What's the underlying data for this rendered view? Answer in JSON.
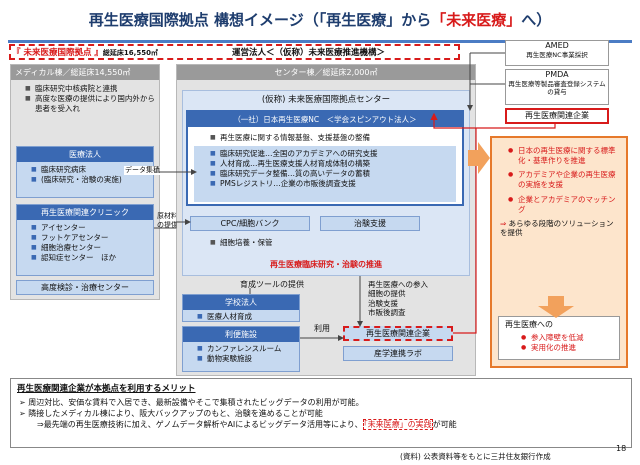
{
  "title": {
    "main": "再生医療国際拠点 構想イメージ（「再生医療」から",
    "highlight": "「未来医療」",
    "end": "へ）"
  },
  "header": {
    "project": "『 未来医療国際拠点 』",
    "area": "総延床16,550㎡",
    "operator": "運営法人＜（仮称）未来医療推進機構＞"
  },
  "amed": {
    "title": "AMED",
    "sub": "再生医療NC事業採択"
  },
  "pmda": {
    "title": "PMDA",
    "sub": "再生医療等製品審査登録システムの貸与"
  },
  "related_company_right": "再生医療関連企業",
  "medical": {
    "head": "メディカル棟／総延床14,550㎡",
    "items": [
      "臨床研究中核病院と連携",
      "高度な医療の提供により国内外から患者を受入れ"
    ],
    "corp_head": "医療法人",
    "corp_items": [
      "臨床研究病床",
      "(臨床研究・治験の実施)"
    ],
    "clinic_head": "再生医療関連クリニック",
    "clinic_items": [
      "アイセンター",
      "フットケアセンター",
      "細胞治療センター",
      "認知症センター　ほか"
    ],
    "advanced": "高度検診・治療センター"
  },
  "center": {
    "head": "センター棟／総延床2,000㎡",
    "org": "(仮称) 未来医療国際拠点センター",
    "nc": "（一社）日本再生医療NC　＜学会スピンアウト法人＞",
    "nc_items": [
      "再生医療に関する情報基盤、支援基盤の整備",
      "臨床研究促進…全国のアカデミアへの研究支援",
      "人材育成…再生医療支援人材育成体制の構築",
      "臨床研究データ整備…質の高いデータの蓄積",
      "PMSレジストリ…企業の市販後調査支援"
    ],
    "cpc": "CPC/細胞バンク",
    "trial": "治験支援",
    "cell_items": [
      "細胞培養・保管"
    ],
    "promo": "再生医療臨床研究・治験の推進",
    "tool": "育成ツールの提供",
    "school_head": "学校法人",
    "school_items": [
      "医療人材育成"
    ],
    "facility_head": "利便施設",
    "facility_items": [
      "カンファレンスルーム",
      "動物実験施設"
    ],
    "use": "利用",
    "participation": [
      "再生医療への参入",
      "細胞の提供",
      "治験支援",
      "市販後調査"
    ],
    "company": "再生医療関連企業",
    "lab": "産学連携ラボ"
  },
  "labels": {
    "data": "データ集積",
    "material": [
      "原材料",
      "の提供"
    ]
  },
  "orange": {
    "items": [
      "日本の再生医療に関する標準化・基準作りを推進",
      "アカデミアや企業の再生医療の実施を支援",
      "企業とアカデミアのマッチング"
    ],
    "arrow_item": "あらゆる段階のソリューションを提供",
    "result_head": "再生医療への",
    "result_items": [
      "参入障壁を低減",
      "実用化の推進"
    ]
  },
  "merit": {
    "title": "再生医療関連企業が本拠点を利用するメリット",
    "lines": [
      "周辺対比、安価な賃料で入居でき、最新設備やそこで集積されたビッグデータの利用が可能。",
      "隣接したメディカル棟により、阪大バックアップのもと、治験を進めることが可能"
    ],
    "last_pre": "⇒最先端の再生医療技術に加え、ゲノムデータ解析やAIによるビッグデータ活用等により、",
    "last_red": "「未来医療」の実践",
    "last_post": "が可能"
  },
  "source": "(資料) 公表資料等をもとに三井住友銀行作成",
  "page": "18"
}
